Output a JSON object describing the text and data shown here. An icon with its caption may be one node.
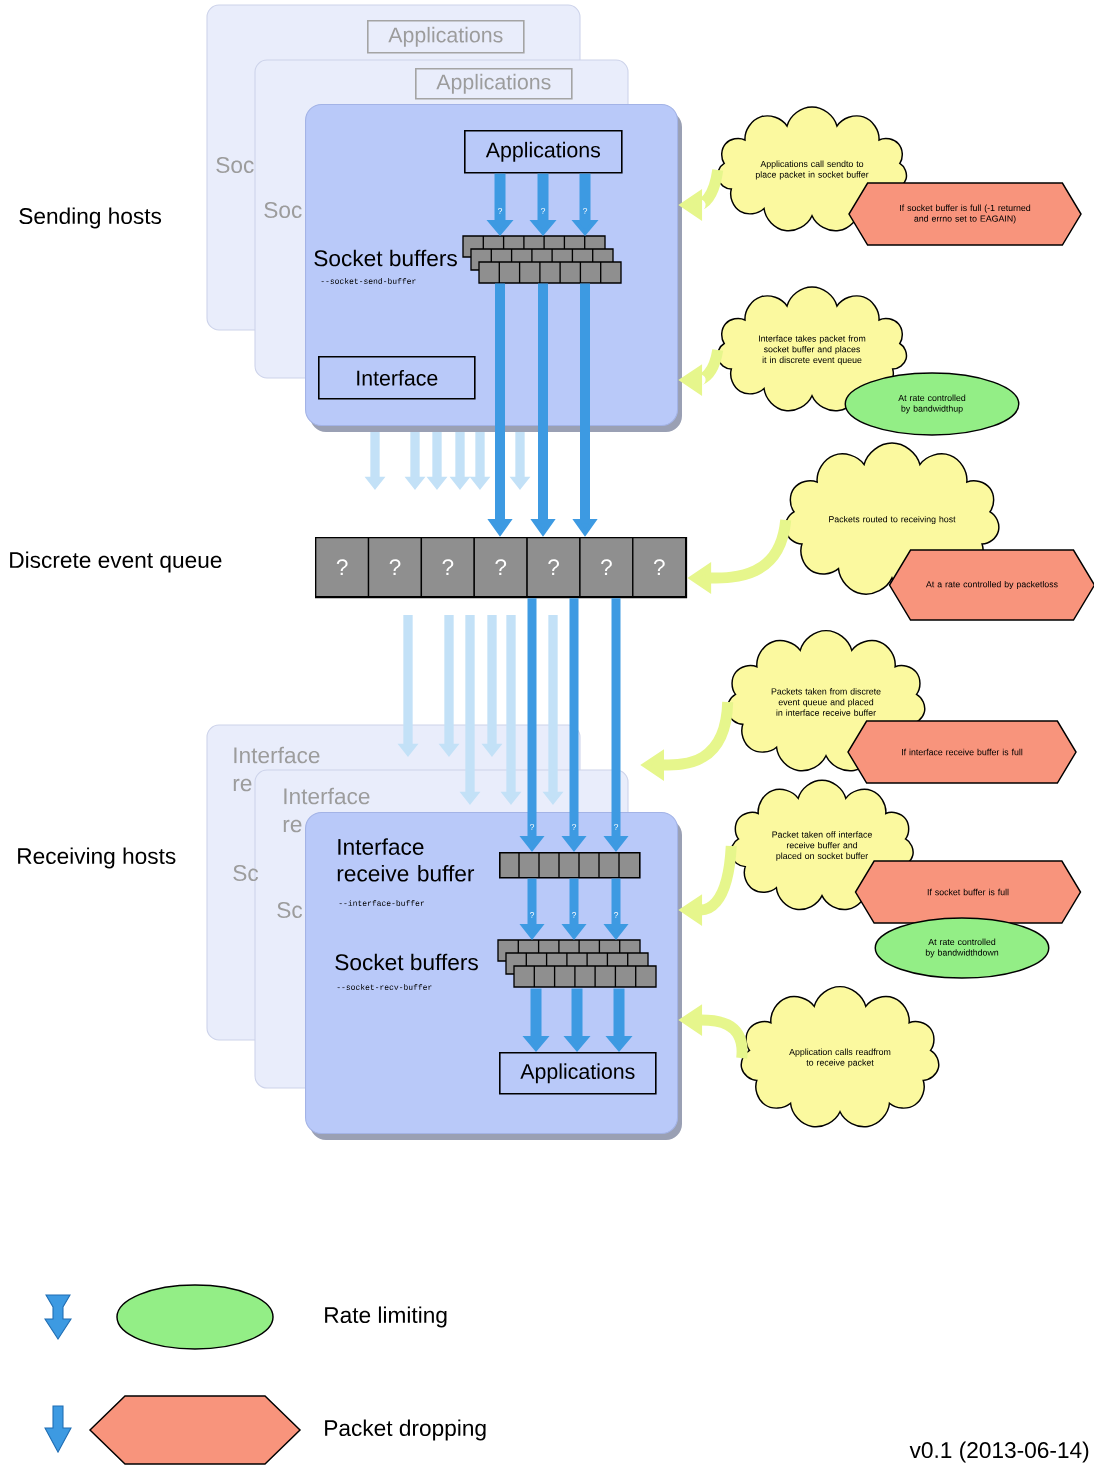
{
  "diagram": {
    "nodes": [
      {
        "text": [
          "Applications"
        ]
      },
      {
        "text": [
          "Applications"
        ]
      },
      {
        "text": [],
        "shape": "box"
      },
      {
        "text": [
          "Applications"
        ],
        "in": 2
      },
      {
        "text": [],
        "shape": "bar",
        "in": 2,
        "beside": [
          "Socket buffers",
          "--socket-send-buffer"
        ]
      },
      {
        "text": [
          "Interface"
        ],
        "in": 2
      },
      {
        "text": [],
        "shape": "bar"
      },
      {
        "text": [
          "?"
        ],
        "in": 6
      },
      {
        "text": [
          "?"
        ],
        "in": 6
      },
      {
        "text": [
          "?"
        ],
        "in": 6
      },
      {
        "text": [
          "?"
        ],
        "in": 6
      },
      {
        "text": [
          "?"
        ],
        "in": 6
      },
      {
        "text": [
          "?"
        ],
        "in": 6
      },
      {
        "text": [
          "?"
        ],
        "in": 6
      },
      {
        "text": [],
        "shape": "box"
      },
      {
        "text": [],
        "shape": "bar",
        "in": 14,
        "beside": [
          "Interface receive buffer",
          "--interface-buffer"
        ]
      },
      {
        "text": [],
        "shape": "bar",
        "in": 14,
        "beside": [
          "Socket buffers",
          "--socket-recv-buffer"
        ]
      },
      {
        "text": [
          "Applications"
        ],
        "in": 14
      },
      {
        "text": [
          "Applications call sendto to place packet in socket buffer"
        ]
      },
      {
        "text": [
          "If socket buffer is full (-1 returned and errno set to EAGAIN)"
        ]
      },
      {
        "text": [
          "Interface takes packet from socket buffer and places it in discrete event queue"
        ]
      },
      {
        "text": [
          "At rate controlled by bandwidthup"
        ]
      },
      {
        "text": [
          "Packets routed to receiving host"
        ]
      },
      {
        "text": [
          "At a rate controlled by packetloss"
        ]
      },
      {
        "text": [
          "Packets taken from discrete event queue and placed in interface receive buffer"
        ]
      },
      {
        "text": [
          "If interface receive buffer is full"
        ]
      },
      {
        "text": [
          "Packet taken off interface receive buffer and placed on socket buffer"
        ]
      },
      {
        "text": [
          "If socket buffer is full"
        ]
      },
      {
        "text": [
          "At rate controlled by bandwidthdown"
        ]
      },
      {
        "text": [
          "Application calls readfrom to receive packet"
        ]
      }
    ],
    "edges": [
      {
        "from": 3,
        "to": 4,
        "arrow": "to",
        "label": "?"
      },
      {
        "from": 3,
        "to": 4,
        "arrow": "to",
        "label": "?"
      },
      {
        "from": 3,
        "to": 4,
        "arrow": "to",
        "label": "?"
      },
      {
        "from": 4,
        "to": 6,
        "arrow": "to"
      },
      {
        "from": 4,
        "to": 6,
        "arrow": "to"
      },
      {
        "from": 4,
        "to": 6,
        "arrow": "to"
      },
      {
        "from": 6,
        "to": 15,
        "arrow": "to",
        "label": "?"
      },
      {
        "from": 6,
        "to": 15,
        "arrow": "to",
        "label": "?"
      },
      {
        "from": 6,
        "to": 15,
        "arrow": "to",
        "label": "?"
      },
      {
        "from": 15,
        "to": 16,
        "arrow": "to",
        "label": "?"
      },
      {
        "from": 15,
        "to": 16,
        "arrow": "to",
        "label": "?"
      },
      {
        "from": 15,
        "to": 16,
        "arrow": "to",
        "label": "?"
      },
      {
        "from": 16,
        "to": 17,
        "arrow": "to"
      },
      {
        "from": 16,
        "to": 17,
        "arrow": "to"
      },
      {
        "from": 16,
        "to": 17,
        "arrow": "to"
      },
      {
        "from": 18,
        "to": 2,
        "arrow": "to",
        "color": "#e6f68c"
      },
      {
        "from": 20,
        "to": 2,
        "arrow": "to",
        "color": "#e6f68c"
      },
      {
        "from": 22,
        "to": 6,
        "arrow": "to",
        "color": "#e6f68c"
      },
      {
        "from": 24,
        "to": null,
        "arrow": "to",
        "color": "#e6f68c"
      },
      {
        "from": 26,
        "to": 14,
        "arrow": "to",
        "color": "#e6f68c"
      },
      {
        "from": 29,
        "to": 14,
        "arrow": "to",
        "color": "#e6f68c"
      }
    ],
    "labels": [
      "Soc",
      "Soc",
      "Sending hosts",
      "Discrete event queue",
      "Interface",
      "re",
      "Interface",
      "re",
      "Receiving hosts",
      "Sc",
      "Sc",
      "v0.1 (2013-06-14)"
    ],
    "legend": [
      {
        "text": "Rate limiting"
      },
      {
        "text": "Packet dropping"
      }
    ]
  }
}
